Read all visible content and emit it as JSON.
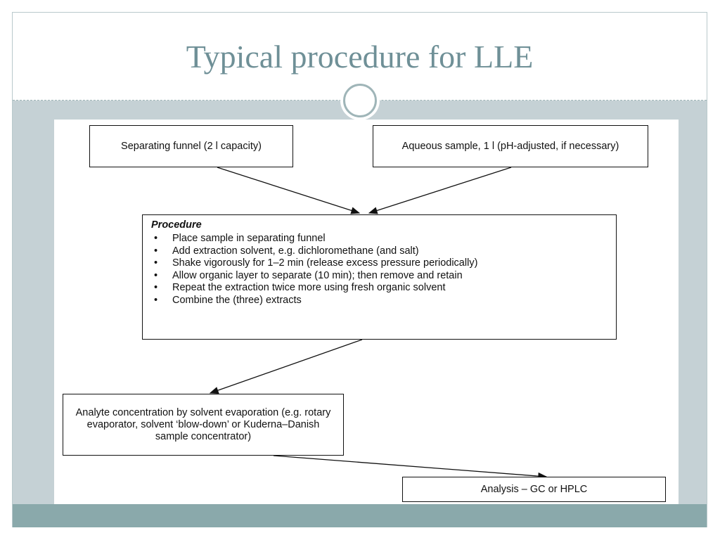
{
  "title": "Typical procedure for LLE",
  "diagram": {
    "funnel_box": "Separating funnel (2 l capacity)",
    "sample_box": "Aqueous sample, 1 l (pH-adjusted, if necessary)",
    "procedure": {
      "heading": "Procedure",
      "steps": [
        "Place sample in separating funnel",
        "Add extraction solvent, e.g. dichloromethane (and salt)",
        "Shake vigorously for 1–2 min (release excess pressure periodically)",
        "Allow organic layer to separate (10 min); then remove and retain",
        "Repeat the extraction twice more using fresh organic solvent",
        "Combine the (three) extracts"
      ]
    },
    "concentration_box": "Analyte concentration by solvent evaporation (e.g. rotary evaporator, solvent ‘blow-down’ or Kuderna–Danish sample concentrator)",
    "analysis_box": "Analysis – GC or HPLC"
  },
  "colors": {
    "title": "#6f9097",
    "content_band": "#c5d1d5",
    "footer_band": "#8aa9ab",
    "ornament_ring": "#9fb5b8"
  }
}
